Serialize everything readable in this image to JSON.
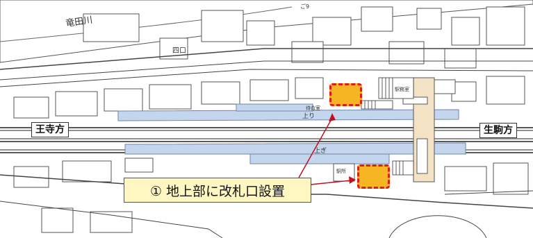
{
  "river_label": "竜田川",
  "small_label": "四口",
  "top_label": "ご9",
  "direction_left": "王寺方",
  "direction_right": "生駒方",
  "platform_up": "上り",
  "platform_down": "上ぎ",
  "waiting_room": "待合室",
  "office": "駅所",
  "facility_top": "駅務室",
  "callout_text": "① 地上部に改札口設置",
  "colors": {
    "platform": "#c4d6ee",
    "gate_fill": "#f6b623",
    "gate_border": "#e11b1b",
    "callout_bg": "#fff7c2",
    "arrow": "#c0111a",
    "corridor": "#f4e2c4"
  }
}
